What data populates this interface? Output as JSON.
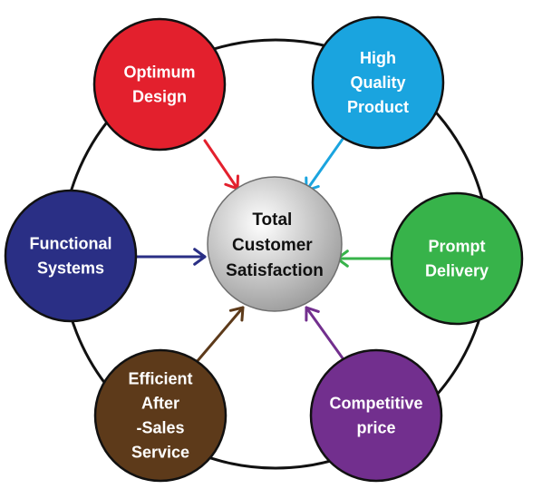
{
  "center": {
    "lines": [
      "Total",
      "Customer",
      "Satisfaction"
    ]
  },
  "nodes": [
    {
      "key": "optimum-design",
      "lines": [
        "Optimum",
        "Design"
      ],
      "color": "#e3202d"
    },
    {
      "key": "high-quality-product",
      "lines": [
        "High",
        "Quality",
        "Product"
      ],
      "color": "#1aa4df"
    },
    {
      "key": "prompt-delivery",
      "lines": [
        "Prompt",
        "Delivery"
      ],
      "color": "#37b34a"
    },
    {
      "key": "competitive-price",
      "lines": [
        "Competitive",
        "price"
      ],
      "color": "#722f8e"
    },
    {
      "key": "efficient-after-sales-service",
      "lines": [
        "Efficient",
        "After",
        "-Sales",
        "Service"
      ],
      "color": "#5d3a1a"
    },
    {
      "key": "functional-systems",
      "lines": [
        "Functional",
        "Systems"
      ],
      "color": "#2a2f85"
    }
  ],
  "colors": {
    "ring": "#111111",
    "center_fill_light": "#ffffff",
    "center_fill_dark": "#9a9a9a"
  }
}
